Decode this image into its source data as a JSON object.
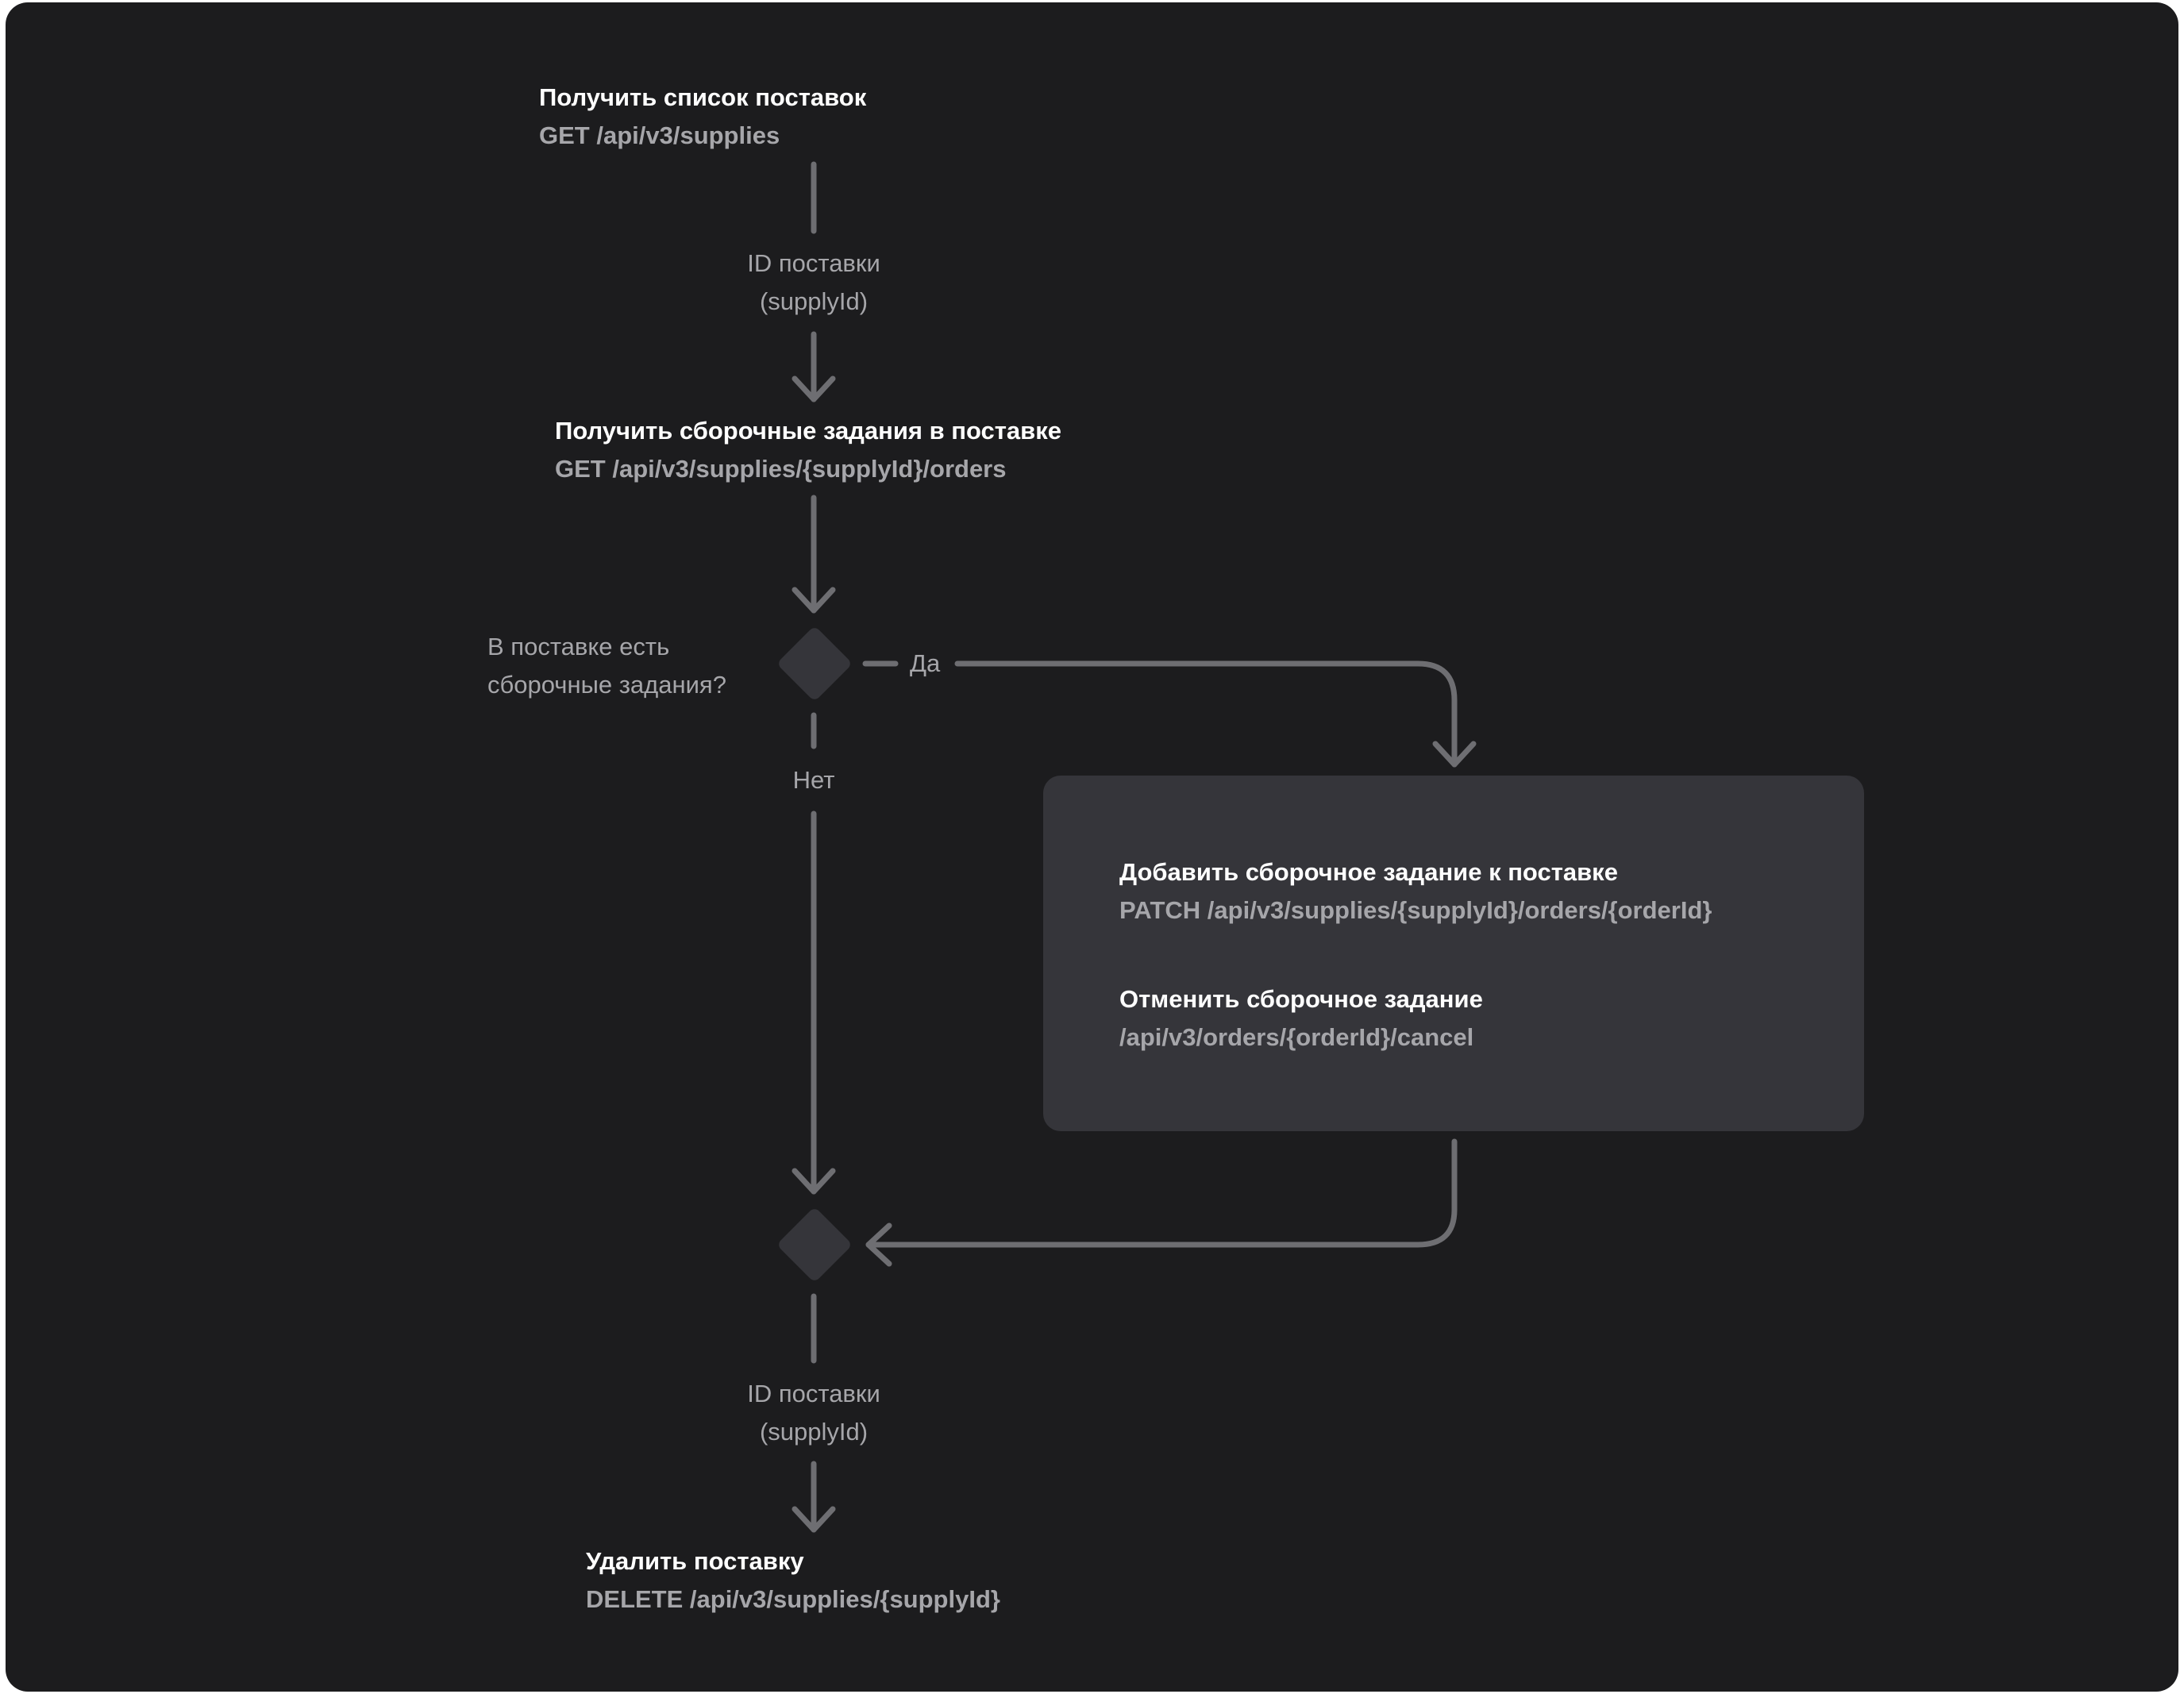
{
  "steps": {
    "list_supplies": {
      "title": "Получить список поставок",
      "endpoint": "GET /api/v3/supplies"
    },
    "get_orders": {
      "title": "Получить сборочные задания в поставке",
      "endpoint": "GET /api/v3/supplies/{supplyId}/orders"
    },
    "add_order": {
      "title": "Добавить сборочное задание к поставке",
      "endpoint": "PATCH /api/v3/supplies/{supplyId}/orders/{orderId}"
    },
    "cancel_order": {
      "title": "Отменить сборочное задание",
      "endpoint": "/api/v3/orders/{orderId}/cancel"
    },
    "delete_supply": {
      "title": "Удалить поставку",
      "endpoint": "DELETE /api/v3/supplies/{supplyId}"
    }
  },
  "edge_labels": {
    "supply_id_top_line1": "ID поставки",
    "supply_id_top_line2": "(supplyId)",
    "supply_id_bottom_line1": "ID поставки",
    "supply_id_bottom_line2": "(supplyId)",
    "yes": "Да",
    "no": "Нет"
  },
  "decision": {
    "question_line1": "В поставке есть",
    "question_line2": "сборочные задания?"
  },
  "colors": {
    "background": "#1c1c1e",
    "panel": "#35353a",
    "connector": "#6e6e72",
    "title_text": "#ffffff",
    "secondary_text": "#a6a6aa"
  }
}
